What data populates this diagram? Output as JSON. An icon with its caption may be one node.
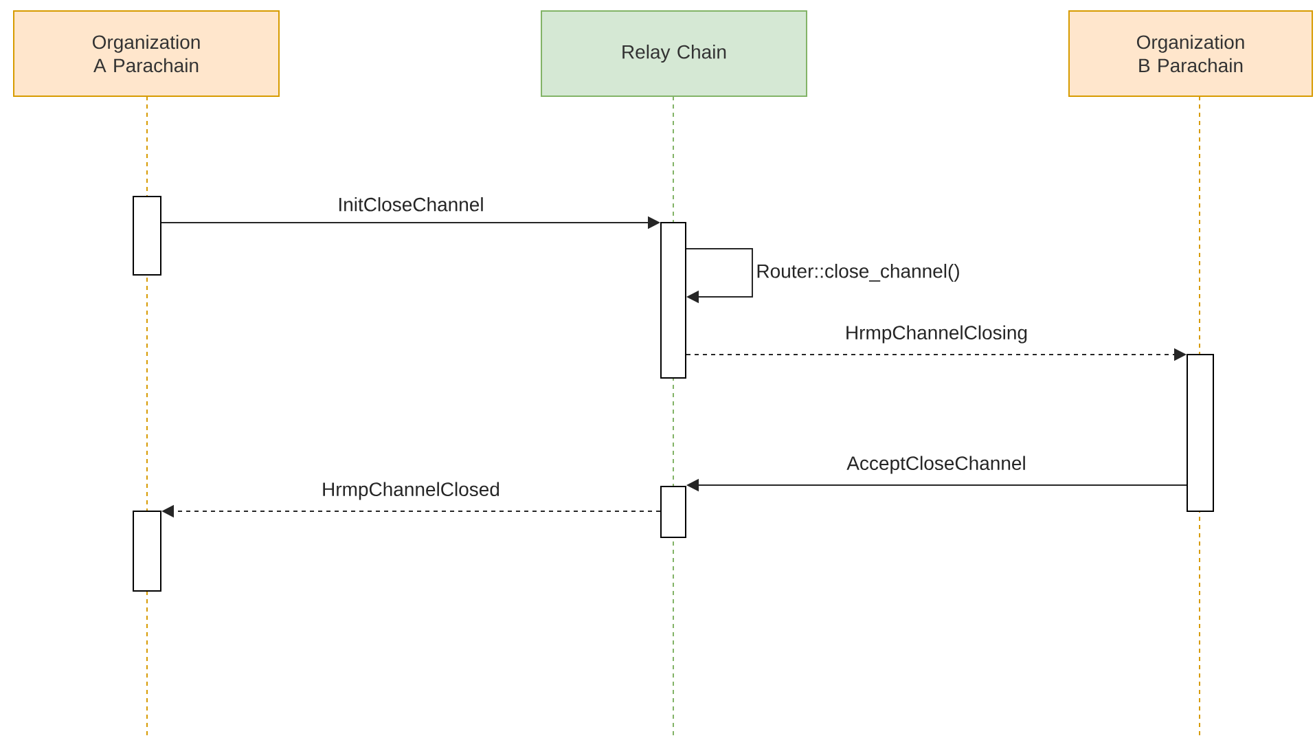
{
  "diagram": {
    "nodes": [
      {
        "text": [
          "Organization A Parachain"
        ]
      },
      {
        "text": [
          "Relay Chain"
        ]
      },
      {
        "text": [
          "Organization B Parachain"
        ]
      },
      {
        "text": [],
        "shape": "bar"
      },
      {
        "text": [],
        "shape": "bar"
      },
      {
        "text": [],
        "shape": "bar"
      },
      {
        "text": [],
        "shape": "bar"
      },
      {
        "text": [],
        "shape": "bar"
      }
    ],
    "edges": [
      {
        "from": 3,
        "to": 4,
        "arrow": "to",
        "label": "InitCloseChannel"
      },
      {
        "from": 4,
        "to": 4,
        "arrow": "to",
        "label": "Router::close_channel()"
      },
      {
        "from": 4,
        "to": 5,
        "arrow": "to",
        "label": "HrmpChannelClosing",
        "style": "dashed"
      },
      {
        "from": 5,
        "to": 6,
        "arrow": "to",
        "label": "AcceptCloseChannel"
      },
      {
        "from": 6,
        "to": 7,
        "arrow": "to",
        "label": "HrmpChannelClosed",
        "style": "dashed"
      }
    ]
  }
}
